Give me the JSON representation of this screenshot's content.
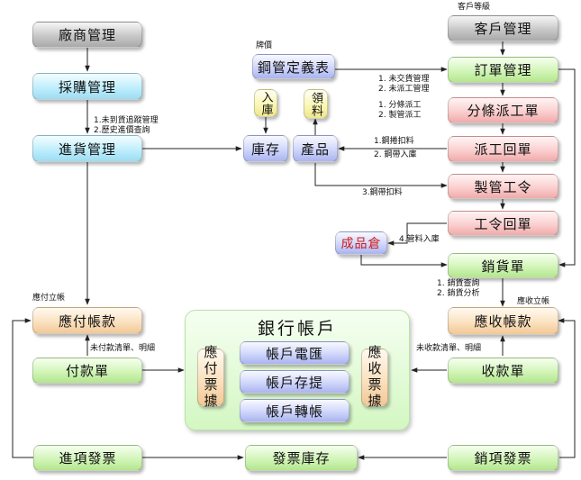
{
  "boxes": {
    "vendor_mgmt": "廠商管理",
    "purchase_mgmt": "採購管理",
    "receiving_mgmt": "進貨管理",
    "customer_mgmt": "客戶管理",
    "order_mgmt": "訂單管理",
    "dispatch_split": "分條派工單",
    "dispatch_return": "派工回單",
    "pipe_work_order": "製管工令",
    "work_order_return": "工令回單",
    "sales_slip": "銷貨單",
    "steel_pipe_def": "鋼管定義表",
    "stock_in": "入庫",
    "material_pick": "領料",
    "inventory": "庫存",
    "product": "產品",
    "finished_goods": "成品倉",
    "accounts_payable": "應付帳款",
    "payment_slip": "付款單",
    "accounts_receivable": "應收帳款",
    "receipt_slip": "收款單",
    "input_invoice": "進項發票",
    "invoice_stock": "發票庫存",
    "output_invoice": "銷項發票",
    "bank_title": "銀行帳戶",
    "payable_notes": "應付票據",
    "receivable_notes": "應收票據",
    "account_remit": "帳戶電匯",
    "account_deposit": "帳戶存提",
    "account_transfer": "帳戶轉帳"
  },
  "labels": {
    "customer_level": "客戶等級",
    "brand": "牌價",
    "purchase_notes": [
      "1.未到貨追蹤管理",
      "2.歷史進價查詢"
    ],
    "order_notes": [
      "1. 未交貨管理",
      "2. 未派工管理"
    ],
    "dispatch_notes": [
      "1. 分條派工",
      "2. 製管派工"
    ],
    "return_notes": [
      "1.鋼捲扣料",
      "2. 鋼帶入庫"
    ],
    "strip_deduct": "3.鋼帶扣料",
    "pipe_in": "4.管料入庫",
    "sales_notes": [
      "1. 銷貨查詢",
      "2. 銷貨分析"
    ],
    "ap_setup": "應付立帳",
    "ar_setup": "應收立帳",
    "unpaid_list": "未付款清單、明細",
    "unreceived_list": "未收款清單、明細"
  }
}
